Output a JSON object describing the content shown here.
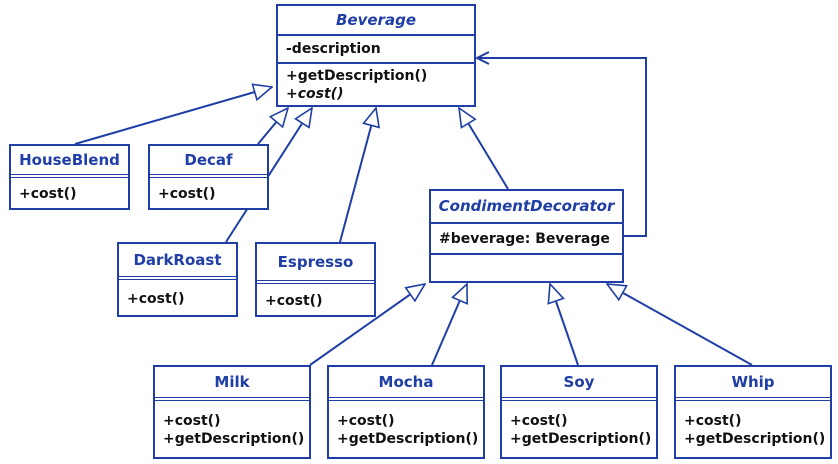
{
  "colors": {
    "accent": "#1f3ea6",
    "text": "#111111",
    "background": "#ffffff"
  },
  "classes": {
    "beverage": {
      "name": "Beverage",
      "attribute": "-description",
      "method1": "+getDescription()",
      "method2": "+cost()"
    },
    "houseblend": {
      "name": "HouseBlend",
      "method1": "+cost()"
    },
    "decaf": {
      "name": "Decaf",
      "method1": "+cost()"
    },
    "darkroast": {
      "name": "DarkRoast",
      "method1": "+cost()"
    },
    "espresso": {
      "name": "Espresso",
      "method1": "+cost()"
    },
    "condiment": {
      "name": "CondimentDecorator",
      "attribute": "#beverage: Beverage"
    },
    "milk": {
      "name": "Milk",
      "method1": "+cost()",
      "method2": "+getDescription()"
    },
    "mocha": {
      "name": "Mocha",
      "method1": "+cost()",
      "method2": "+getDescription()"
    },
    "soy": {
      "name": "Soy",
      "method1": "+cost()",
      "method2": "+getDescription()"
    },
    "whip": {
      "name": "Whip",
      "method1": "+cost()",
      "method2": "+getDescription()"
    }
  }
}
